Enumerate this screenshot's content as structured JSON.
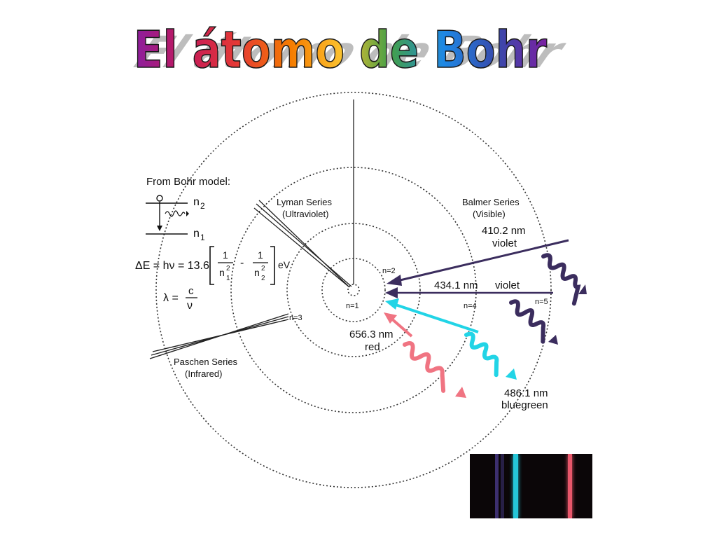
{
  "title": "El átomo de Bohr",
  "formula_panel": {
    "heading": "From Bohr model:",
    "n2": "n",
    "n2_sub": "2",
    "n1": "n",
    "n1_sub": "1",
    "delta_e": "ΔE = hν = 13.6",
    "one": "1",
    "n_sq": "n",
    "sq": "2",
    "minus": "-",
    "ev": "eV",
    "lambda": "λ =",
    "c": "c",
    "nu": "ν"
  },
  "series": {
    "lyman_name": "Lyman Series",
    "lyman_range": "(Ultraviolet)",
    "balmer_name": "Balmer Series",
    "balmer_range": "(Visible)",
    "paschen_name": "Paschen Series",
    "paschen_range": "(Infrared)"
  },
  "levels": {
    "n1": "n=1",
    "n2": "n=2",
    "n3": "n=3",
    "n4": "n=4",
    "n5": "n=5"
  },
  "transitions": {
    "t410_nm": "410.2 nm",
    "t410_color": "violet",
    "t434_nm": "434.1 nm",
    "t434_color": "violet",
    "t656_nm": "656.3 nm",
    "t656_color": "red",
    "t486_nm": "486.1 nm",
    "t486_color": "bluegreen"
  },
  "colors": {
    "violet": "#3b2d5e",
    "cyan": "#22d4e6",
    "red": "#f07482"
  }
}
